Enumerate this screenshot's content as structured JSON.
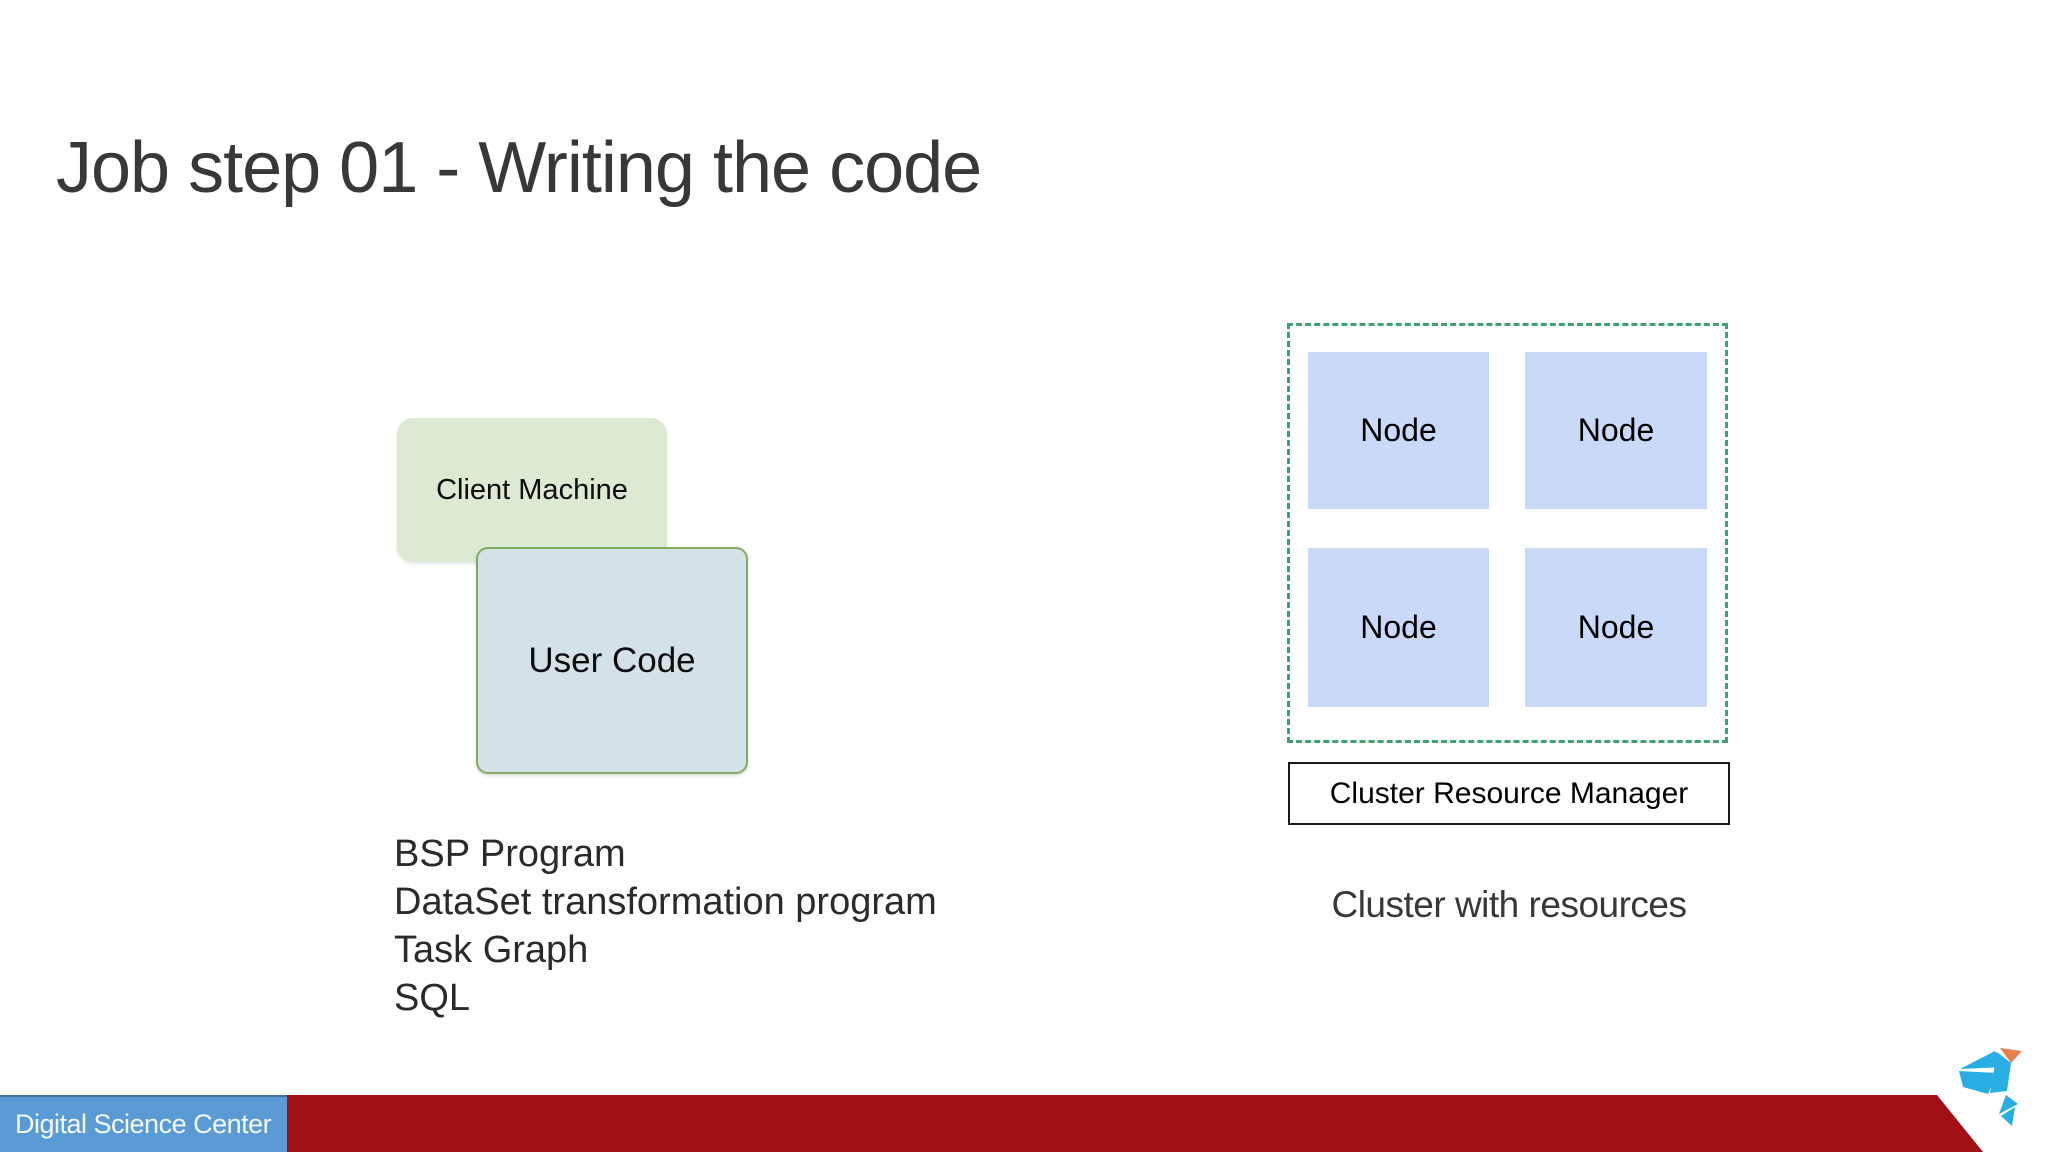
{
  "title": "Job step 01 - Writing the code",
  "left_diagram": {
    "client_machine_label": "Client Machine",
    "user_code_label": "User Code",
    "program_list": [
      "BSP Program",
      "DataSet transformation program",
      "Task Graph",
      "SQL"
    ]
  },
  "right_diagram": {
    "nodes": [
      "Node",
      "Node",
      "Node",
      "Node"
    ],
    "resource_manager_label": "Cluster Resource Manager",
    "caption": "Cluster with resources"
  },
  "footer": {
    "org_label": "Digital Science Center"
  },
  "colors": {
    "title_color": "#383838",
    "body_text_color": "#2a2a2a",
    "client_box_fill": "#dcead3",
    "usercode_fill": "#d4e2e7",
    "usercode_border": "#82ab60",
    "node_fill": "#c9daf8",
    "cluster_dash": "#3da273",
    "footer_red": "#a00f14",
    "badge_blue": "#5b9bd5",
    "badge_blue_dark": "#41719c",
    "logo_cyan": "#29aee3",
    "logo_orange": "#e87f4f"
  }
}
